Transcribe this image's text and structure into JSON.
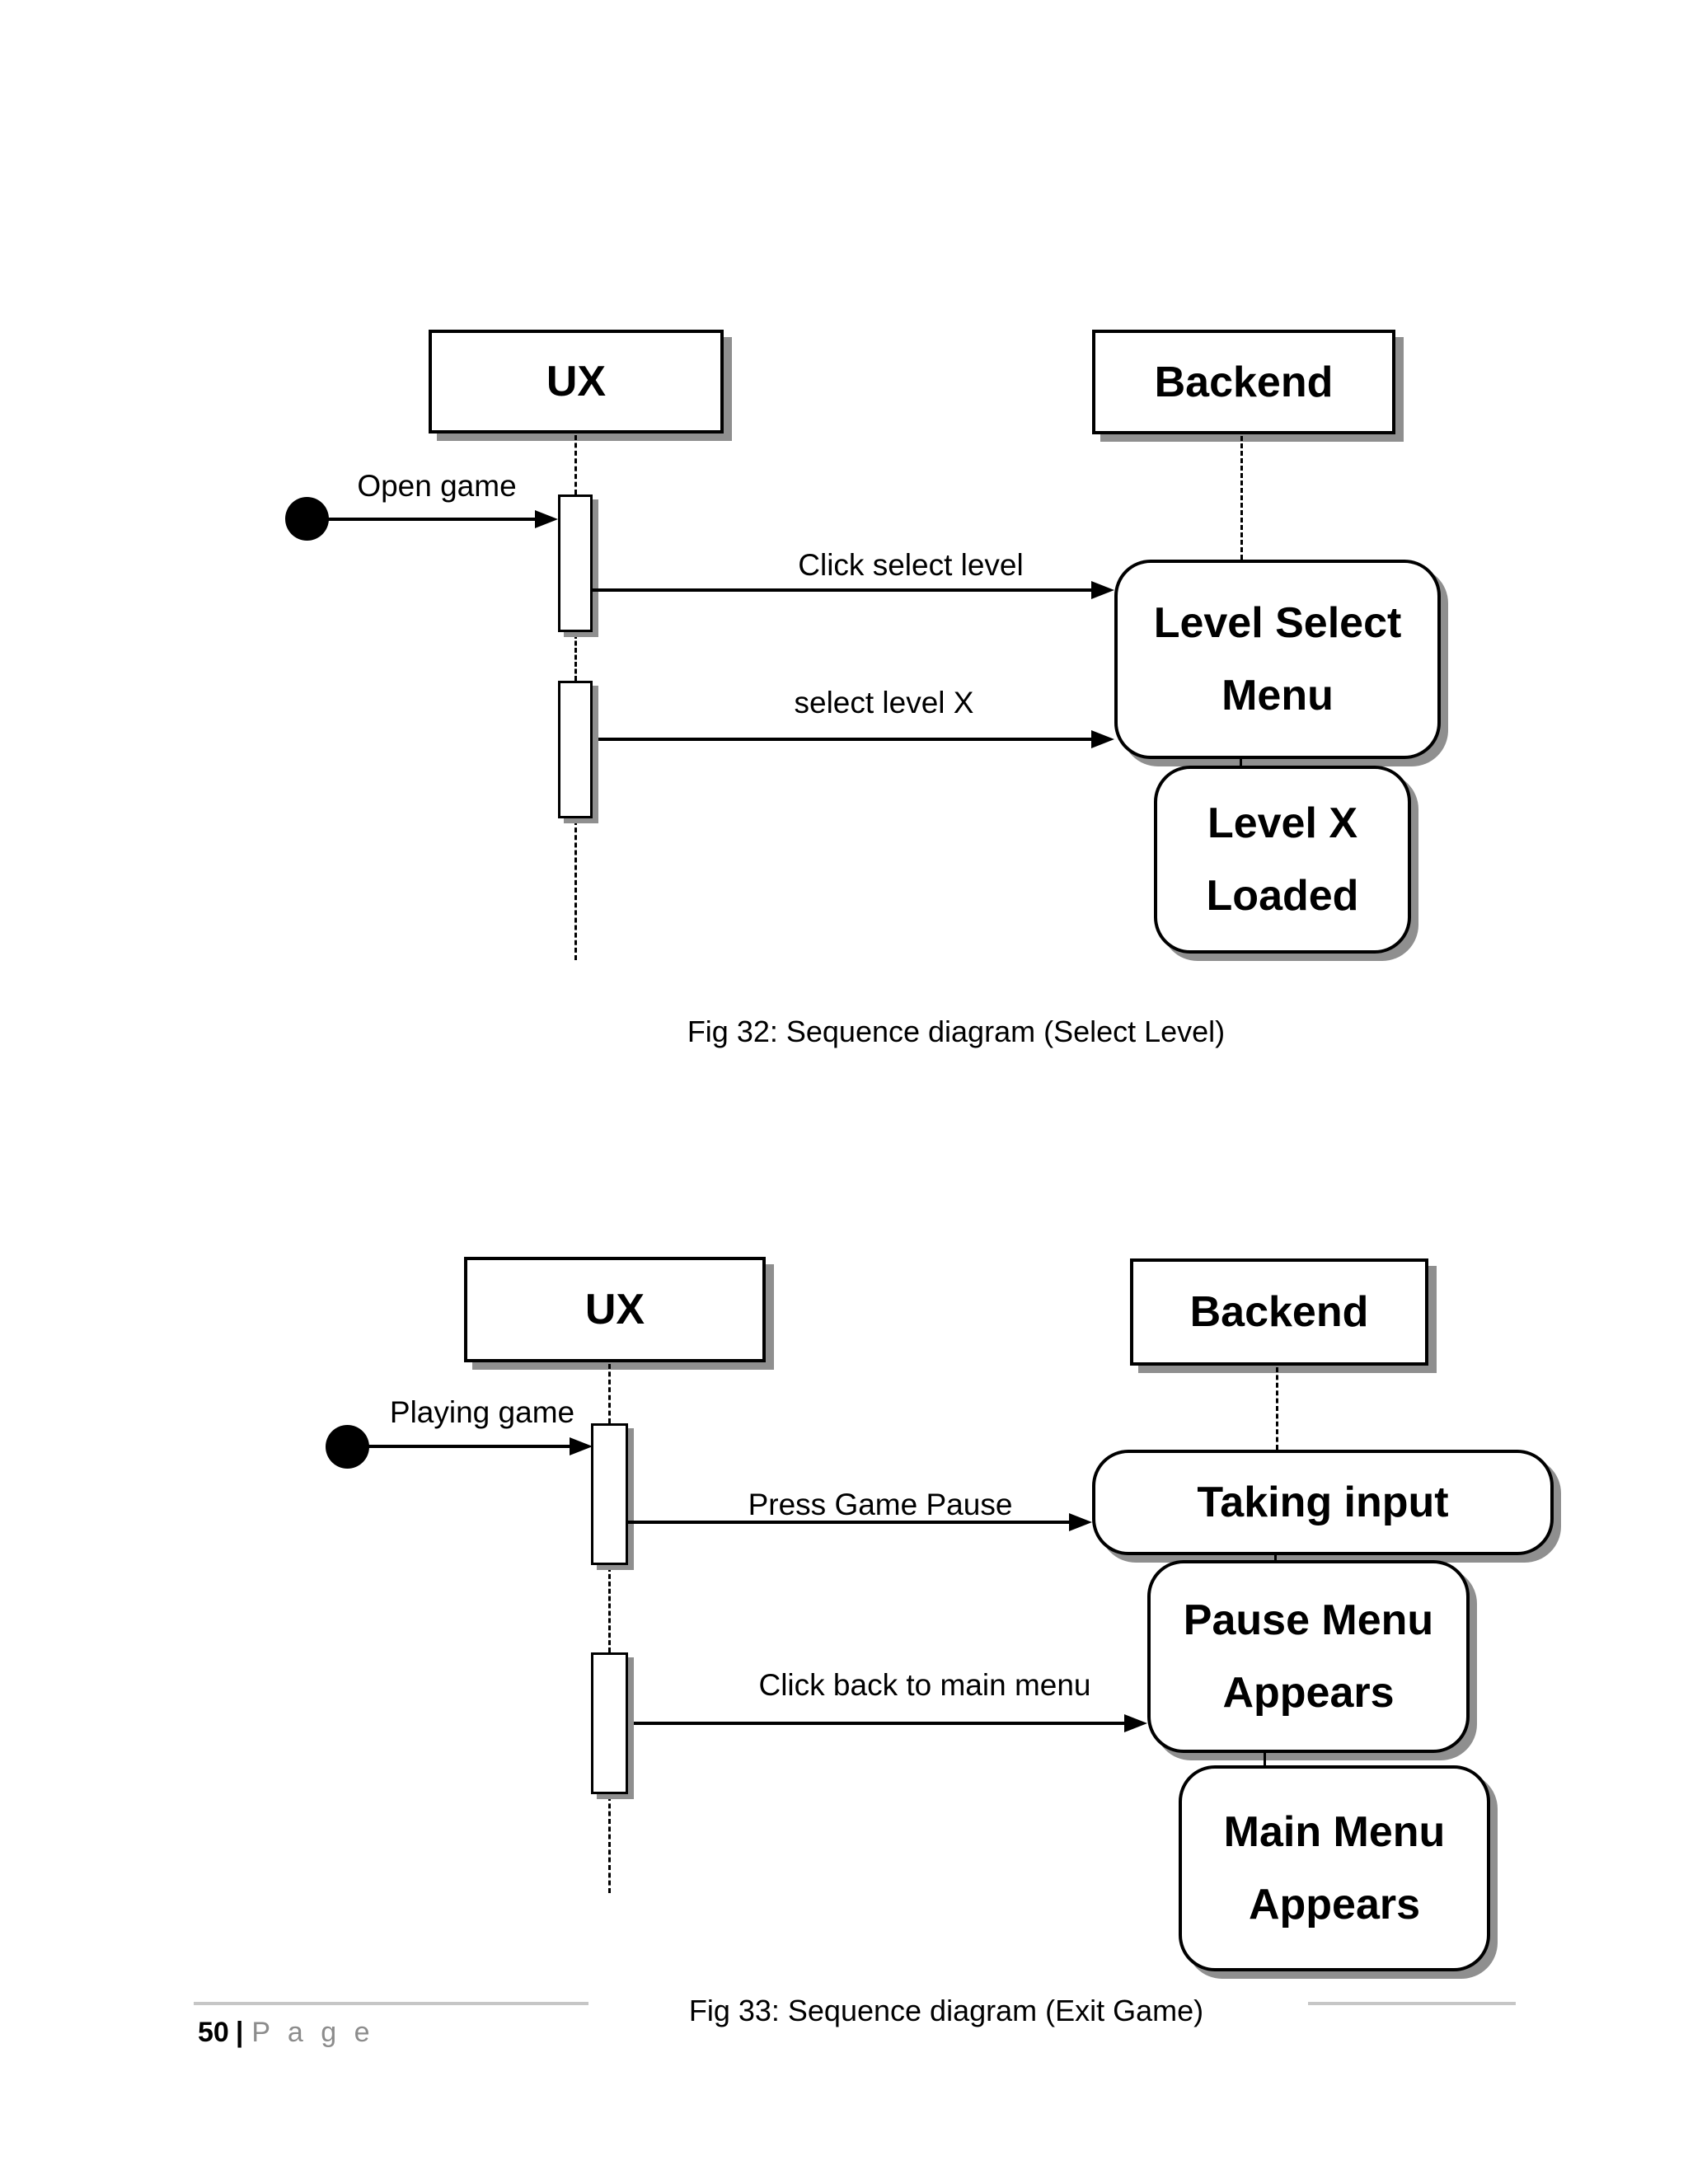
{
  "colors": {
    "paper": "#ffffff",
    "ink": "#000000",
    "shadow": "#8f8f8f",
    "rule": "#c6c6c6",
    "footer_gray": "#8c8c8c"
  },
  "diagram1": {
    "caption": "Fig 32: Sequence diagram (Select Level)",
    "actors": {
      "ux": "UX",
      "backend": "Backend"
    },
    "messages": {
      "open_game": "Open game",
      "click_select_level": "Click select level",
      "select_level_x": "select level X"
    },
    "states": {
      "level_select_menu": {
        "line1": "Level Select",
        "line2": "Menu"
      },
      "level_x_loaded": {
        "line1": "Level X",
        "line2": "Loaded"
      }
    }
  },
  "diagram2": {
    "caption": "Fig 33: Sequence diagram (Exit Game)",
    "actors": {
      "ux": "UX",
      "backend": "Backend"
    },
    "messages": {
      "playing_game": "Playing game",
      "press_game_pause": "Press Game Pause",
      "click_back_to_main_menu": "Click back to main menu"
    },
    "states": {
      "taking_input": {
        "line1": "Taking input"
      },
      "pause_menu_appears": {
        "line1": "Pause Menu",
        "line2": "Appears"
      },
      "main_menu_appears": {
        "line1": "Main Menu",
        "line2": "Appears"
      }
    }
  },
  "footer": {
    "page_number": "50",
    "divider": "|",
    "page_label": "P a g e"
  }
}
